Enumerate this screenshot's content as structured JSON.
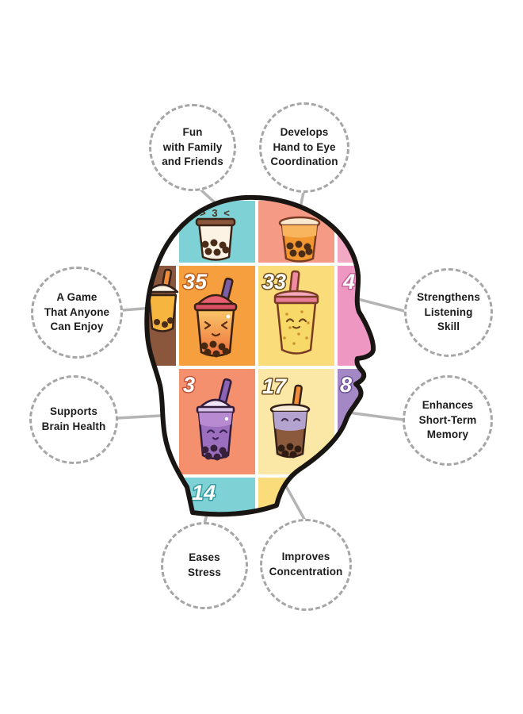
{
  "badges": [
    {
      "id": "fun",
      "label": "Fun\nwith Family\nand Friends"
    },
    {
      "id": "hand-eye",
      "label": "Develops\nHand to Eye\nCoordination"
    },
    {
      "id": "anyone",
      "label": "A Game\nThat Anyone\nCan Enjoy"
    },
    {
      "id": "listening",
      "label": "Strengthens\nListening\nSkill"
    },
    {
      "id": "brain-health",
      "label": "Supports\nBrain Health"
    },
    {
      "id": "memory",
      "label": "Enhances\nShort-Term\nMemory"
    },
    {
      "id": "stress",
      "label": "Eases\nStress"
    },
    {
      "id": "concentration",
      "label": "Improves\nConcentration"
    }
  ],
  "tiles": [
    {
      "cell": "r1c2",
      "fill": "#7ed1d4",
      "number": ""
    },
    {
      "cell": "r1c3",
      "fill": "#f59a84",
      "number": ""
    },
    {
      "cell": "r1c4",
      "fill": "#f2a9c4",
      "number": ""
    },
    {
      "cell": "r2c1",
      "fill": "#8a573c",
      "number": ""
    },
    {
      "cell": "r2c2",
      "fill": "#f59f3e",
      "number": "35"
    },
    {
      "cell": "r2c3",
      "fill": "#fbdc7a",
      "number": "33"
    },
    {
      "cell": "r2c4",
      "fill": "#ef97c3",
      "number": "4"
    },
    {
      "cell": "r3c2",
      "fill": "#f5906f",
      "number": "3"
    },
    {
      "cell": "r3c3",
      "fill": "#fbe8a6",
      "number": "17"
    },
    {
      "cell": "r3c4",
      "fill": "#a488c6",
      "number": "8"
    },
    {
      "cell": "r4c2",
      "fill": "#7ed1d4",
      "number": "14"
    },
    {
      "cell": "r4c3",
      "fill": "#fbdc7a",
      "number": ""
    }
  ],
  "faces": {
    "teal_cell": "> 3 <"
  },
  "colors": {
    "connector": "#b4b4b4",
    "circle_border": "#a6a6a6",
    "head_outline": "#191512",
    "background": "#ffffff"
  }
}
